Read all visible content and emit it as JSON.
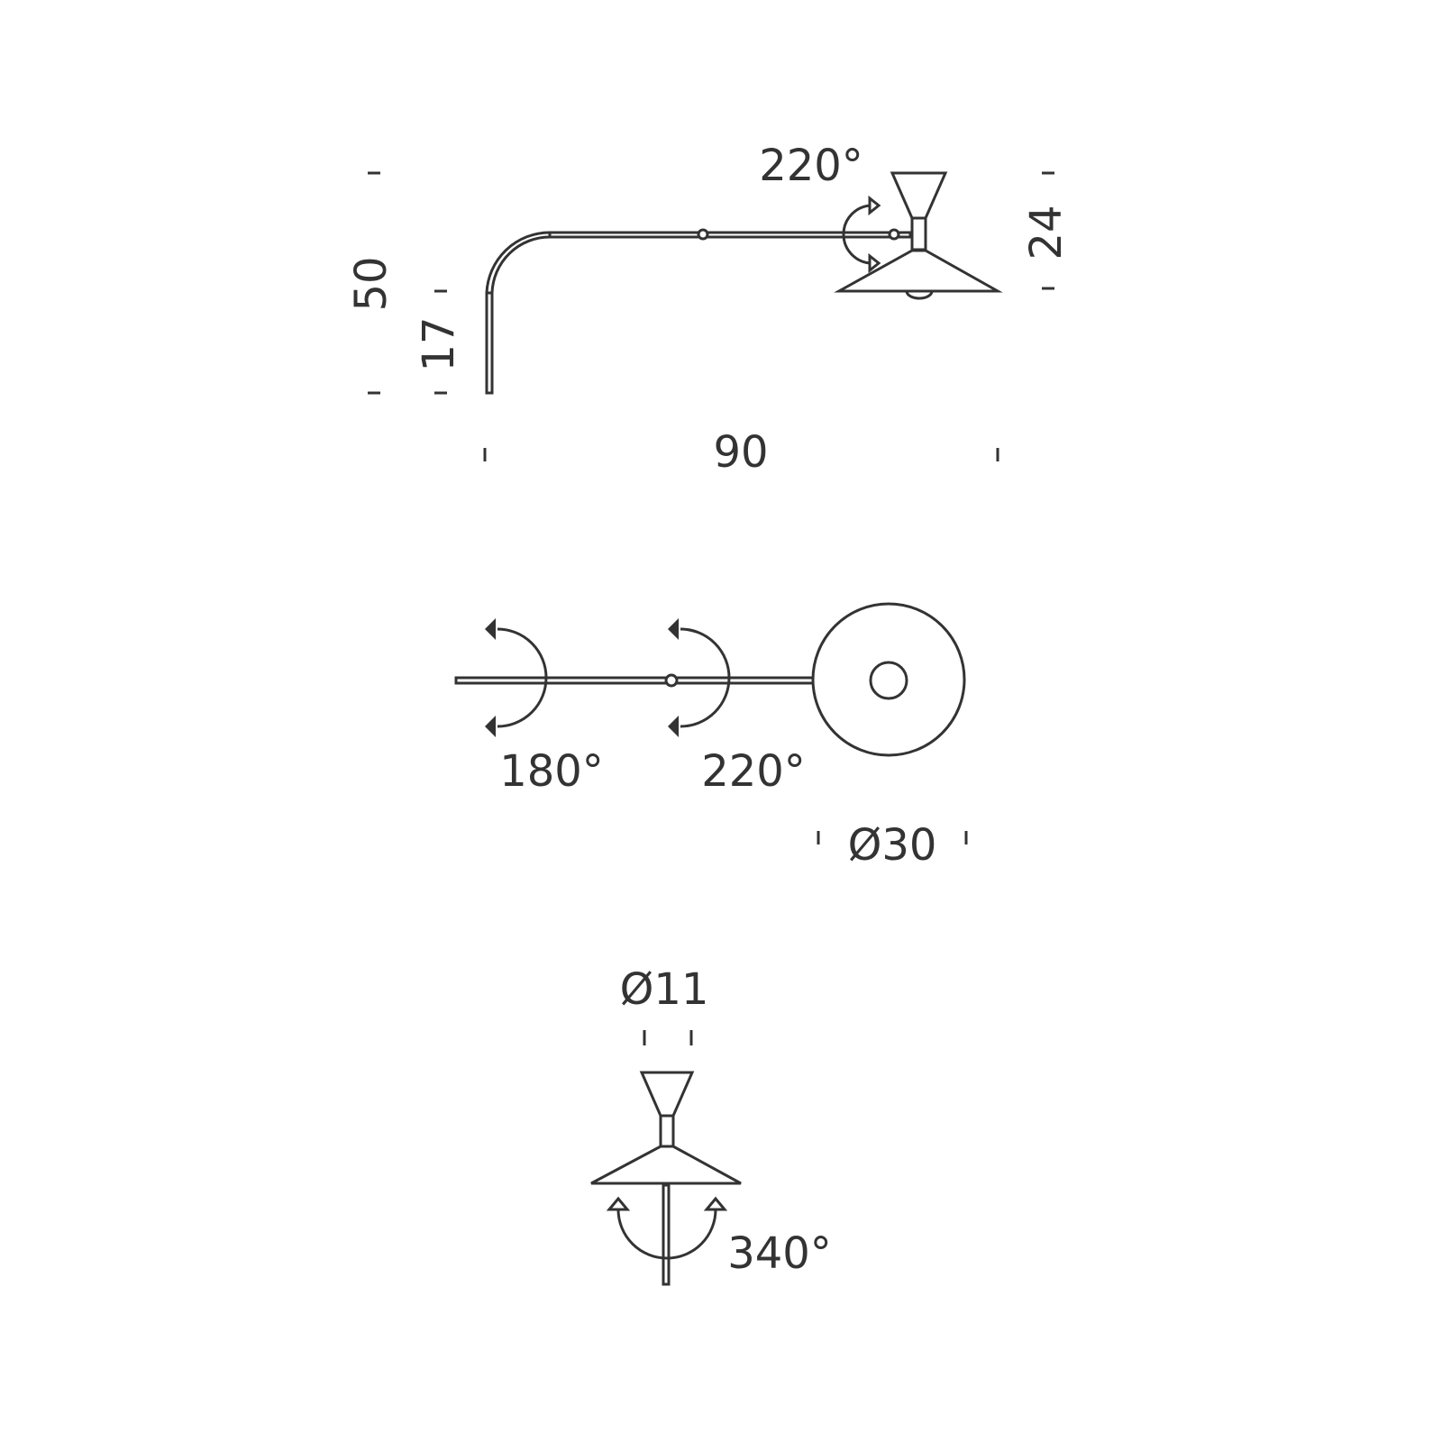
{
  "side_view": {
    "angle_label": "220°",
    "height_total": "50",
    "wall_mount_height": "17",
    "head_height": "24",
    "length": "90"
  },
  "top_view": {
    "angle_wall": "180°",
    "angle_elbow": "220°",
    "shade_diameter": "Ø30"
  },
  "front_view": {
    "neck_diameter": "Ø11",
    "angle_head": "340°"
  },
  "colors": {
    "line": "#333333",
    "background": "#ffffff"
  }
}
